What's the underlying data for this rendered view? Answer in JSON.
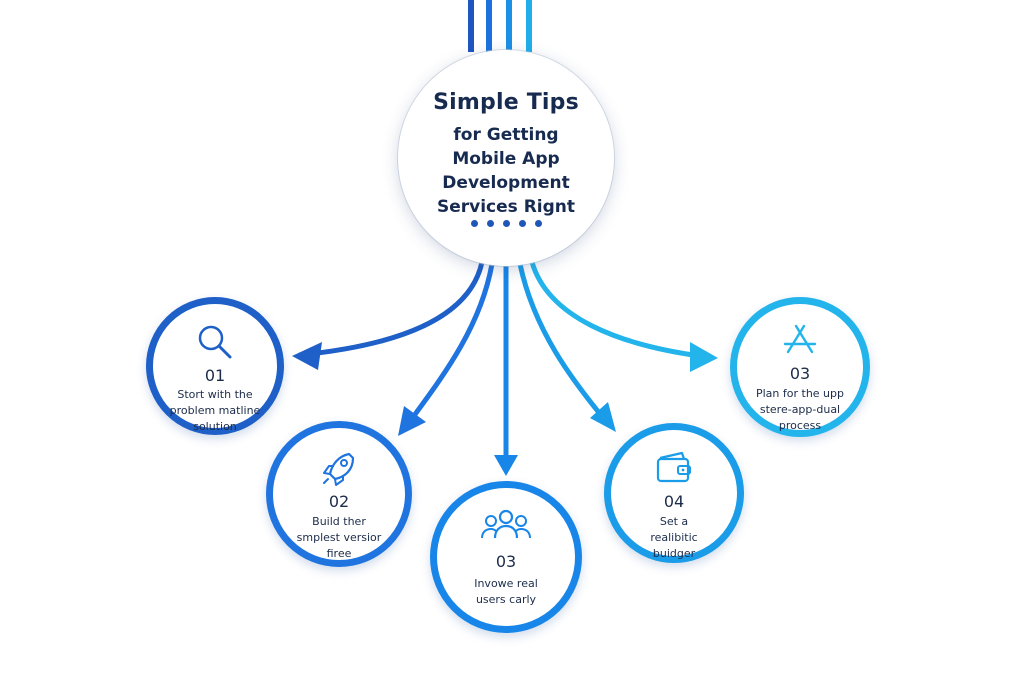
{
  "hub": {
    "title": "Simple Tips",
    "subtitle": "for Getting\nMobile App\nDevelopment\nServices Rignt",
    "dot_count": 5
  },
  "nodes": [
    {
      "number": "01",
      "label": "Stort with the problem matline solution",
      "icon": "magnifier-icon",
      "color": "#1e5fc8"
    },
    {
      "number": "02",
      "label": "Build ther smplest versior firee",
      "icon": "rocket-icon",
      "color": "#1f74df"
    },
    {
      "number": "03",
      "label": "Invowe real users carly",
      "icon": "users-group-icon",
      "color": "#1886e8"
    },
    {
      "number": "04",
      "label": "Set a realibitic buidger",
      "icon": "wallet-icon",
      "color": "#1a9ce8"
    },
    {
      "number": "03",
      "label": "Plan for the upp stere-app-dual process",
      "icon": "app-store-icon",
      "color": "#23b4ec"
    }
  ],
  "colors": {
    "text": "#172a4f",
    "top_stripes": [
      "#1e55c0",
      "#1c72dc",
      "#1a90e6",
      "#20aeea"
    ]
  }
}
